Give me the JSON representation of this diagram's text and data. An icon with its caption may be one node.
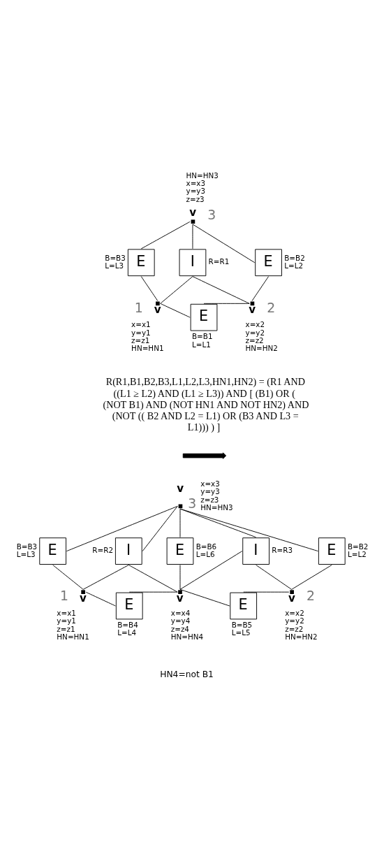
{
  "diagram": {
    "nodes": [
      {
        "text": [
          "v"
        ],
        "beside": [
          "3",
          "HN=HN3",
          "x=x3",
          "y=y3",
          "z=z3"
        ]
      },
      {
        "text": [
          "E"
        ],
        "beside": [
          "B=B3",
          "L=L3"
        ]
      },
      {
        "text": [
          "I"
        ],
        "beside": [
          "R=R1"
        ]
      },
      {
        "text": [
          "E"
        ],
        "beside": [
          "B=B2",
          "L=L2"
        ]
      },
      {
        "text": [
          "v"
        ],
        "beside": [
          "1",
          "x=x1",
          "y=y1",
          "z=z1",
          "HN=HN1"
        ]
      },
      {
        "text": [
          "E"
        ],
        "beside": [
          "B=B1",
          "L=L1"
        ]
      },
      {
        "text": [
          "v"
        ],
        "beside": [
          "2",
          "x=x2",
          "y=y2",
          "z=z2",
          "HN=HN2"
        ]
      },
      {
        "text": [],
        "shape": "arrow"
      },
      {
        "text": [
          "v"
        ],
        "beside": [
          "3",
          "x=x3",
          "y=y3",
          "z=z3",
          "HN=HN3"
        ]
      },
      {
        "text": [
          "E"
        ],
        "beside": [
          "B=B3",
          "L=L3"
        ]
      },
      {
        "text": [
          "E"
        ],
        "beside": [
          "B=B6",
          "L=L6"
        ]
      },
      {
        "text": [
          "E"
        ],
        "beside": [
          "B=B2",
          "L=L2"
        ]
      },
      {
        "text": [
          "I"
        ],
        "beside": [
          "R=R2"
        ]
      },
      {
        "text": [
          "I"
        ],
        "beside": [
          "R=R3"
        ]
      },
      {
        "text": [
          "v"
        ],
        "beside": [
          "1",
          "x=x1",
          "y=y1",
          "z=z1",
          "HN=HN1"
        ]
      },
      {
        "text": [
          "E"
        ],
        "beside": [
          "B=B4",
          "L=L4"
        ]
      },
      {
        "text": [
          "v"
        ],
        "beside": [
          "x=x4",
          "y=y4",
          "z=z4",
          "HN=HN4"
        ]
      },
      {
        "text": [
          "E"
        ],
        "beside": [
          "B=B5",
          "L=L5"
        ]
      },
      {
        "text": [
          "v"
        ],
        "beside": [
          "2",
          "x=x2",
          "y=y2",
          "z=z2",
          "HN=HN2"
        ]
      }
    ],
    "edges": [
      {
        "from": 0,
        "to": 1,
        "arrow": "none"
      },
      {
        "from": 1,
        "to": 4,
        "arrow": "none"
      },
      {
        "from": 0,
        "to": 2,
        "arrow": "none"
      },
      {
        "from": 0,
        "to": 3,
        "arrow": "none"
      },
      {
        "from": 3,
        "to": 6,
        "arrow": "none"
      },
      {
        "from": 2,
        "to": 4,
        "arrow": "none"
      },
      {
        "from": 2,
        "to": 6,
        "arrow": "none"
      },
      {
        "from": 4,
        "to": 5,
        "arrow": "none"
      },
      {
        "from": 5,
        "to": 6,
        "arrow": "none"
      },
      {
        "from": 8,
        "to": 9,
        "arrow": "none"
      },
      {
        "from": 9,
        "to": 14,
        "arrow": "none"
      },
      {
        "from": 8,
        "to": 12,
        "arrow": "none"
      },
      {
        "from": 8,
        "to": 10,
        "arrow": "none"
      },
      {
        "from": 10,
        "to": 16,
        "arrow": "none"
      },
      {
        "from": 8,
        "to": 13,
        "arrow": "none"
      },
      {
        "from": 8,
        "to": 11,
        "arrow": "none"
      },
      {
        "from": 11,
        "to": 18,
        "arrow": "none"
      },
      {
        "from": 12,
        "to": 14,
        "arrow": "none"
      },
      {
        "from": 12,
        "to": 16,
        "arrow": "none"
      },
      {
        "from": 13,
        "to": 16,
        "arrow": "none"
      },
      {
        "from": 13,
        "to": 18,
        "arrow": "none"
      },
      {
        "from": 14,
        "to": 15,
        "arrow": "none"
      },
      {
        "from": 15,
        "to": 16,
        "arrow": "none"
      },
      {
        "from": 16,
        "to": 17,
        "arrow": "none"
      },
      {
        "from": 17,
        "to": 18,
        "arrow": "none"
      }
    ],
    "labels": [
      "R(R1,B1,B2,B3,L1,L2,L3,HN1,HN2) = (R1 AND ((L1 ≥ L2) AND (L1 ≥ L3)) AND [ (B1) OR ( (NOT B1) AND (NOT HN1 AND NOT HN2) AND (NOT (( B2 AND L2 = L1) OR (B3 AND L3 = L1))) ) ]",
      "HN4=not B1"
    ]
  }
}
